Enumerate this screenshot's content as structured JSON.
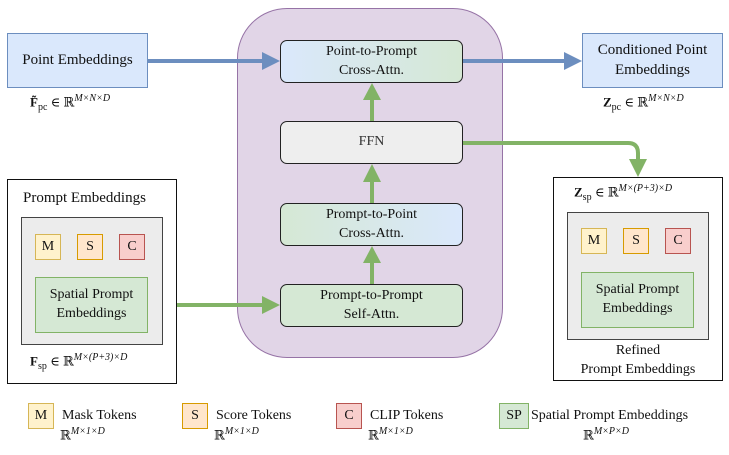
{
  "input": {
    "point_embeddings": "Point Embeddings",
    "point_math": {
      "symbol": "F̃",
      "sub": "pc",
      "in": " ∈ ℝ",
      "sup": "M×N×D"
    }
  },
  "module": {
    "point_to_prompt": [
      "Point-to-Prompt",
      "Cross-Attn."
    ],
    "ffn": "FFN",
    "prompt_to_point": [
      "Prompt-to-Point",
      "Cross-Attn."
    ],
    "prompt_to_prompt": [
      "Prompt-to-Prompt",
      "Self-Attn."
    ]
  },
  "output": {
    "conditioned": [
      "Conditioned Point",
      "Embeddings"
    ],
    "conditioned_math": {
      "symbol": "Z",
      "sub": "pc",
      "in": " ∈ ℝ",
      "sup": "M×N×D"
    }
  },
  "prompt_in": {
    "title": "Prompt Embeddings",
    "tokens": [
      "M",
      "S",
      "C"
    ],
    "spatial": [
      "Spatial Prompt",
      "Embeddings"
    ],
    "math": {
      "symbol": "F",
      "sub": "sp",
      "in": " ∈ ℝ",
      "sup": "M×(P+3)×D"
    }
  },
  "prompt_out": {
    "math": {
      "symbol": "Z",
      "sub": "sp",
      "in": " ∈ ℝ",
      "sup": "M×(P+3)×D"
    },
    "tokens": [
      "M",
      "S",
      "C"
    ],
    "spatial": [
      "Spatial Prompt",
      "Embeddings"
    ],
    "caption": [
      "Refined",
      "Prompt Embeddings"
    ]
  },
  "legend": [
    {
      "tok": "M",
      "label": "Mask Tokens",
      "dim": "M×1×D"
    },
    {
      "tok": "S",
      "label": "Score Tokens",
      "dim": "M×1×D"
    },
    {
      "tok": "C",
      "label": "CLIP Tokens",
      "dim": "M×1×D"
    },
    {
      "tok": "SP",
      "label": "Spatial Prompt Embeddings",
      "dim": "M×P×D"
    }
  ],
  "colors": {
    "blue_arrow": "#6c8ebf",
    "green_arrow": "#82b366",
    "module_bg": "#e1d5e7"
  }
}
